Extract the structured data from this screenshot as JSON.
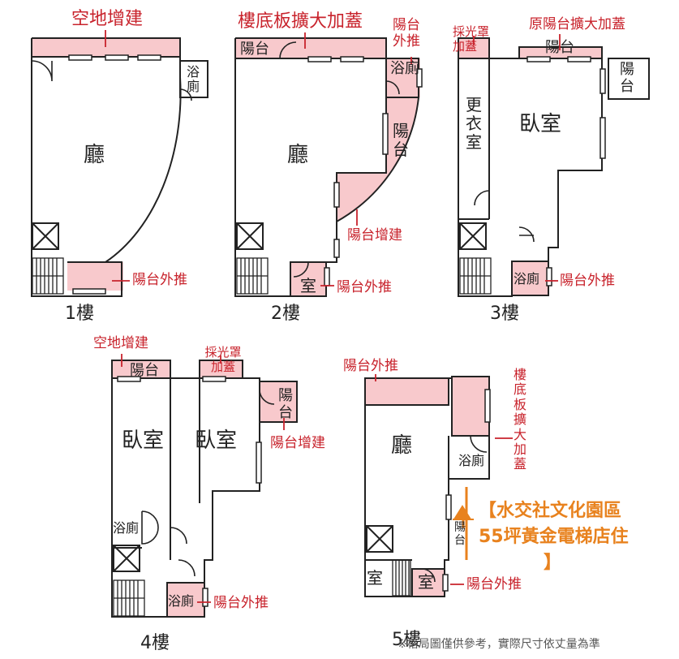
{
  "floors": [
    {
      "label": "1樓"
    },
    {
      "label": "2樓"
    },
    {
      "label": "3樓"
    },
    {
      "label": "4樓"
    },
    {
      "label": "5樓"
    }
  ],
  "rooms": {
    "f1_hall": "廳",
    "f1_bath": "浴廁",
    "f2_balcony": "陽台",
    "f2_hall": "廳",
    "f2_bath": "浴廁",
    "f2_balcony_arc": "陽台",
    "f2_room": "室",
    "f3_balcony": "陽台",
    "f3_balcony_side": "陽台",
    "f3_closet": "更衣室",
    "f3_bedroom": "臥室",
    "f3_bath": "浴廁",
    "f4_balcony": "陽台",
    "f4_balcony_side": "陽台",
    "f4_bedroom_a": "臥室",
    "f4_bedroom_b": "臥室",
    "f4_bath_a": "浴廁",
    "f4_bath_b": "浴廁",
    "f5_hall": "廳",
    "f5_bath": "浴廁",
    "f5_balcony": "陽台",
    "f5_room_a": "室",
    "f5_room_b": "室"
  },
  "annotations": {
    "f1_yard_ext": "空地增建",
    "f1_balcony_push": "陽台外推",
    "f2_floor_ext": "樓底板擴大加蓋",
    "f2_balcony_push_top": "陽台外推",
    "f2_balcony_ext": "陽台增建",
    "f2_balcony_push_bottom": "陽台外推",
    "f3_skylight": "採光罩加蓋",
    "f3_old_balcony": "原陽台擴大加蓋",
    "f3_balcony_push": "陽台外推",
    "f4_yard_ext": "空地增建",
    "f4_skylight": "採光罩加蓋",
    "f4_balcony_ext": "陽台增建",
    "f4_balcony_push": "陽台外推",
    "f5_balcony_push_top": "陽台外推",
    "f5_floor_ext": "樓底板擴大加蓋",
    "f5_balcony_push_bottom": "陽台外推"
  },
  "promo": {
    "line1": "【水交社文化園區",
    "line2": "55坪黃金電梯店住",
    "line3": "】"
  },
  "disclaimer": "※格局圖僅供參考，實際尺寸依丈量為準",
  "colors": {
    "wall": "#222222",
    "annex_fill": "#f8c9cc",
    "annotation": "#c8232c",
    "promo": "#e8821e"
  }
}
